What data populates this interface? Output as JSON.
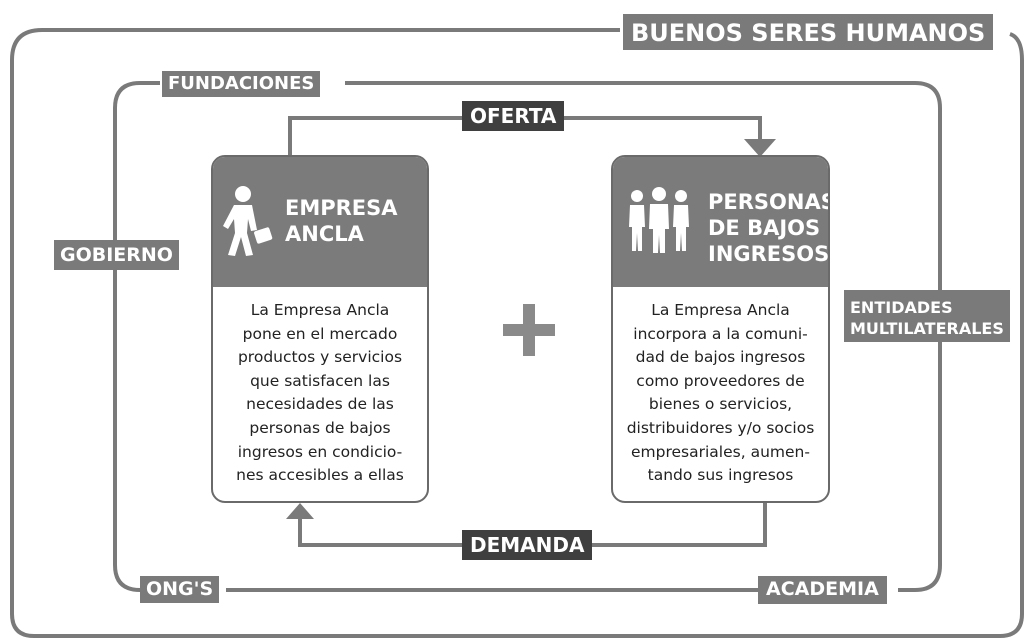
{
  "colors": {
    "line": "#7a7a7a",
    "tag": "#7a7a7a",
    "tag_dark": "#3f3f3f",
    "box_header": "#7b7b7b",
    "box_border": "#6a6a6a"
  },
  "rings": {
    "outer": {
      "label": "BUENOS SERES HUMANOS"
    },
    "inner": {
      "top_label": "FUNDACIONES",
      "left_label": "GOBIERNO",
      "right_label": "ENTIDADES\nMULTILATERALES",
      "bottom_left_label": "ONG'S",
      "bottom_right_label": "ACADEMIA"
    }
  },
  "flows": {
    "top": {
      "label": "OFERTA"
    },
    "bottom": {
      "label": "DEMANDA"
    }
  },
  "left_box": {
    "icon": "businessman-icon",
    "title": "EMPRESA\nANCLA",
    "text": "La Empresa Ancla\npone en el mercado\nproductos y servicios\nque satisfacen las\nnecesidades de las\npersonas de bajos\ningresos en condicio-\nnes accesibles a ellas"
  },
  "right_box": {
    "icon": "people-group-icon",
    "title": "PERSONAS\nDE BAJOS\nINGRESOS",
    "text": "La Empresa Ancla\nincorpora a la comuni-\ndad de bajos ingresos\ncomo proveedores de\nbienes o servicios,\ndistribuidores y/o socios\nempresariales, aumen-\ntando sus ingresos"
  },
  "center": {
    "icon": "plus-icon"
  }
}
